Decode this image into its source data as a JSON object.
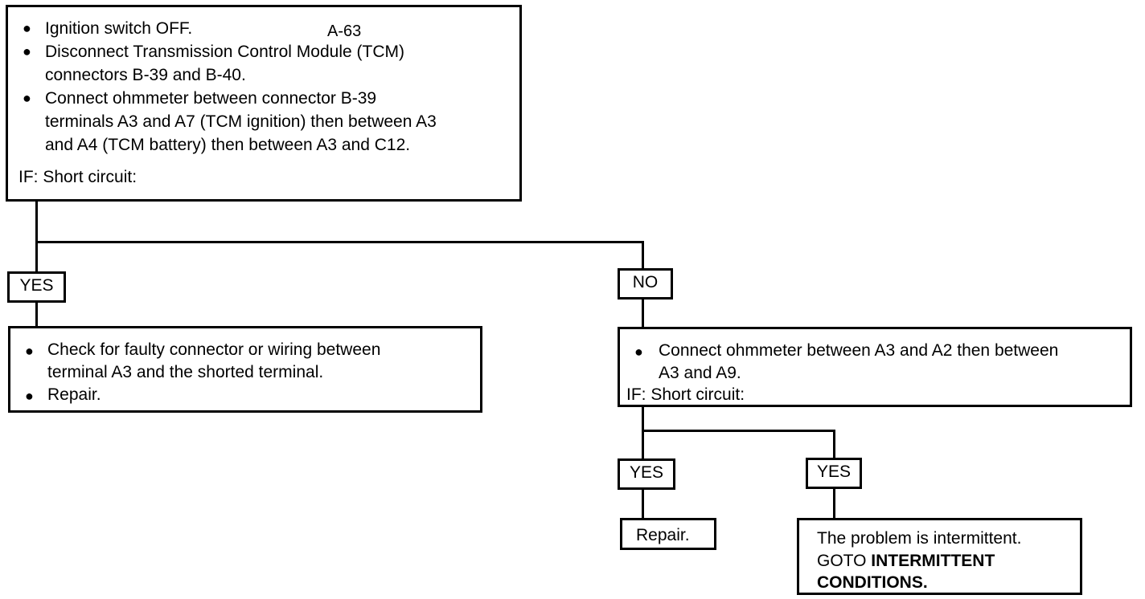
{
  "page_tag": "A-63",
  "top_box": {
    "items": [
      "Ignition switch OFF.",
      "Disconnect Transmission Control Module (TCM)",
      "connectors B-39 and B-40.",
      "Connect ohmmeter between connector B-39",
      "terminals A3 and A7 (TCM ignition) then between A3",
      "and A4 (TCM battery) then between A3 and C12."
    ],
    "condition": "IF:  Short circuit:"
  },
  "branch_yes_label": "YES",
  "branch_no_label": "NO",
  "yes_box": {
    "lines": [
      "Check for faulty connector or wiring between",
      "terminal A3 and the shorted terminal.",
      "Repair."
    ]
  },
  "no_box": {
    "lines": [
      "Connect ohmmeter between A3 and A2 then between",
      "A3 and A9."
    ],
    "condition": "IF:  Short circuit:"
  },
  "sub_yes_label_1": "YES",
  "sub_yes_label_2": "YES",
  "repair_box": {
    "text": "Repair."
  },
  "intermittent_box": {
    "line1": "The problem is intermittent.",
    "line2_prefix": "GOTO ",
    "line2_bold": "INTERMITTENT",
    "line3_bold": "CONDITIONS."
  }
}
